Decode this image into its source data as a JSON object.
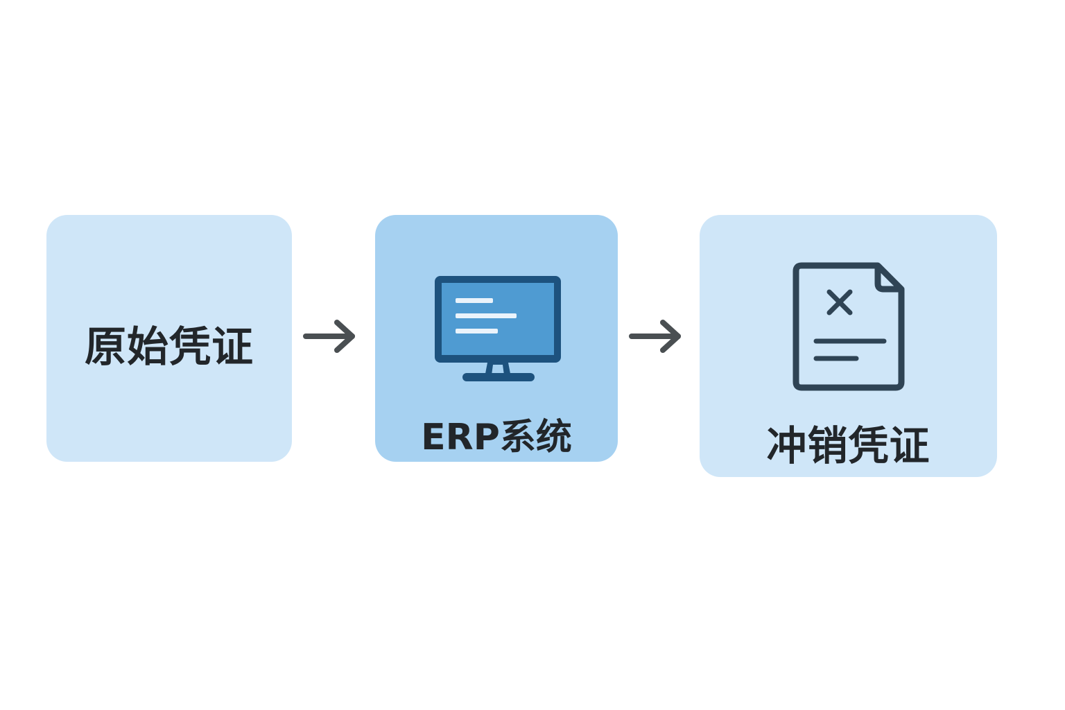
{
  "diagram": {
    "nodes": [
      {
        "id": "source",
        "label": "原始凭证",
        "icon": null
      },
      {
        "id": "erp",
        "label": "ERP系统",
        "icon": "monitor-icon"
      },
      {
        "id": "reversal",
        "label": "冲销凭证",
        "icon": "document-x-icon"
      }
    ],
    "edges": [
      {
        "from": "source",
        "to": "erp"
      },
      {
        "from": "erp",
        "to": "reversal"
      }
    ]
  },
  "colors": {
    "node_light": "#cfe6f8",
    "node_highlight": "#a6d1f1",
    "monitor_frame": "#1d527e",
    "monitor_screen": "#4f9bd2",
    "icon_dark": "#2f4455",
    "arrow": "#4a4f52",
    "text": "#22262a"
  }
}
